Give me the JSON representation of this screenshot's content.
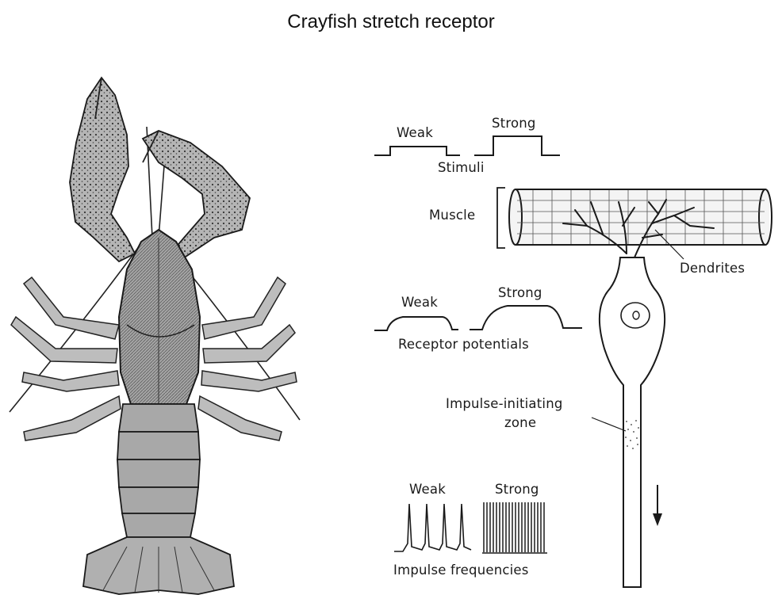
{
  "title": "Crayfish stretch receptor",
  "stimuli": {
    "weak": "Weak",
    "strong": "Strong",
    "caption": "Stimuli"
  },
  "receptor": {
    "weak": "Weak",
    "strong": "Strong",
    "caption": "Receptor potentials"
  },
  "impulses": {
    "weak": "Weak",
    "strong": "Strong",
    "caption": "Impulse frequencies"
  },
  "labels": {
    "muscle": "Muscle",
    "dendrites": "Dendrites",
    "zone_line1": "Impulse-initiating",
    "zone_line2": "zone"
  },
  "colors": {
    "ink": "#1a1a1a",
    "paper": "#ffffff",
    "body_fill": "#9a9a9a"
  },
  "icons": {
    "organism": "crayfish-illustration",
    "direction": "down-arrow-icon"
  }
}
